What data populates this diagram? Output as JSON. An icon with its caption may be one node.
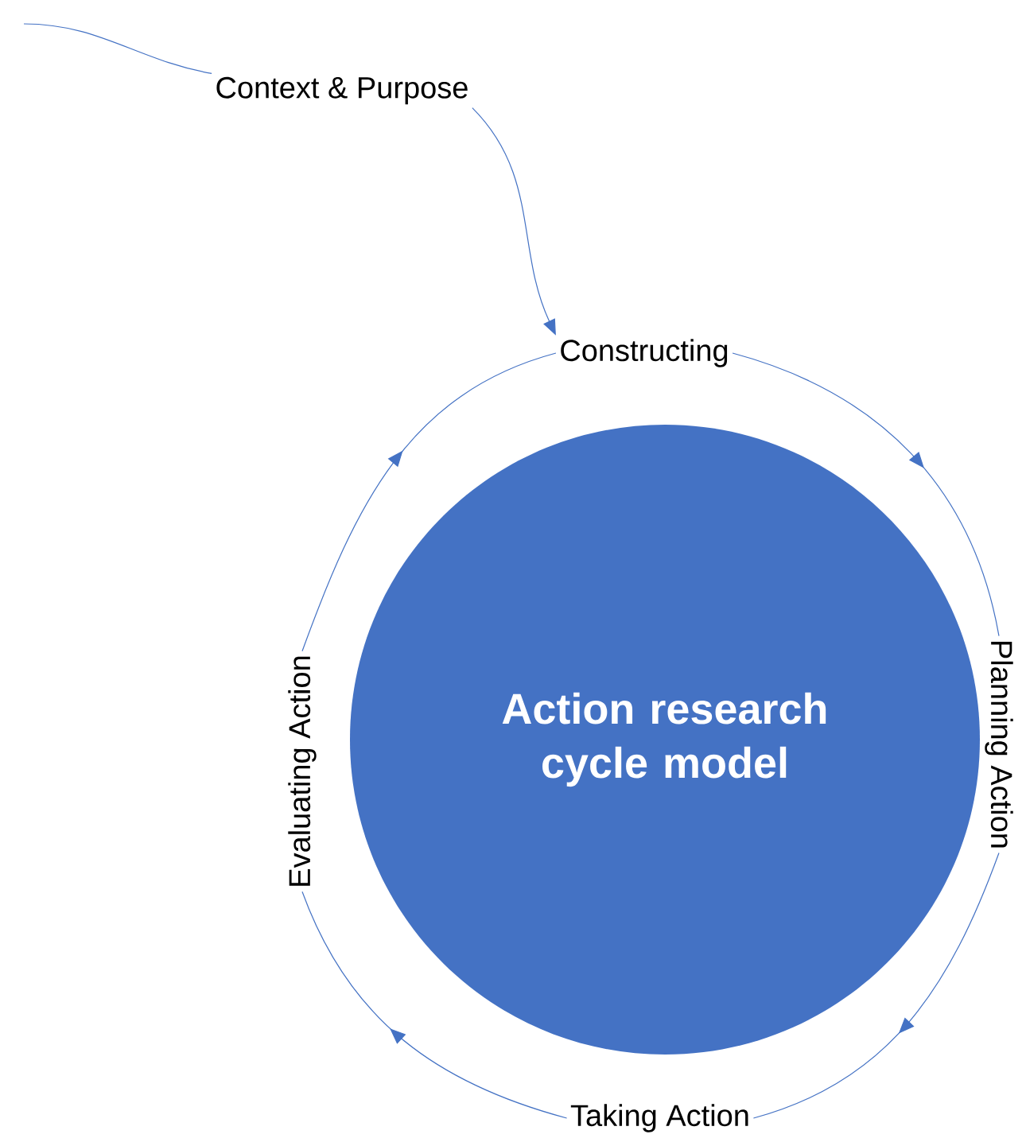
{
  "diagram": {
    "nodes": [
      {
        "text": [
          "Context & Purpose"
        ]
      },
      {
        "text": [
          "Action research cycle model"
        ]
      },
      {
        "text": [
          "Constructing"
        ]
      },
      {
        "text": [
          "Planning Action"
        ]
      },
      {
        "text": [
          "Taking Action"
        ]
      },
      {
        "text": [
          "Evaluating Action"
        ]
      }
    ],
    "edges": [
      {
        "from": null,
        "to": 0,
        "arrow": "none"
      },
      {
        "from": 0,
        "to": 2,
        "arrow": "to"
      },
      {
        "from": 2,
        "to": 3,
        "arrow": "to"
      },
      {
        "from": 3,
        "to": 4,
        "arrow": "to"
      },
      {
        "from": 4,
        "to": 5,
        "arrow": "to"
      },
      {
        "from": 5,
        "to": 2,
        "arrow": "to"
      }
    ]
  }
}
